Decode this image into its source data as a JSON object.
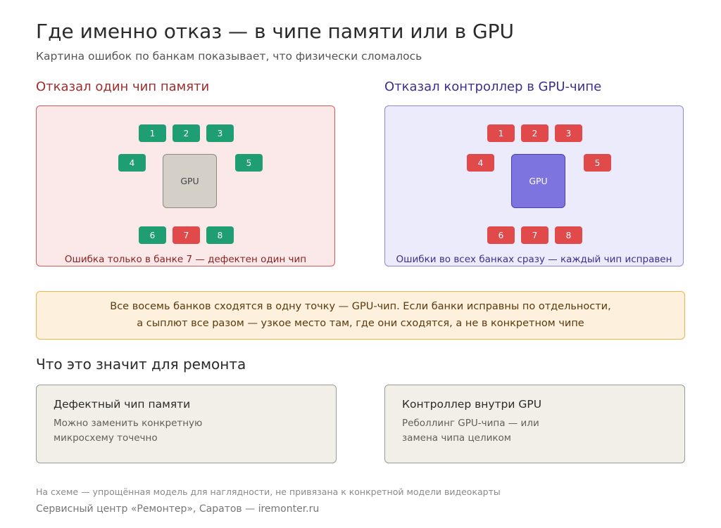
{
  "title": "Где именно отказ — в чипе памяти или в GPU",
  "subtitle": "Картина ошибок по банкам показывает, что физически сломалось",
  "colors": {
    "bank_ok": "#1f9e73",
    "bank_error": "#e04a4b",
    "left_heading": "#a32b2b",
    "right_heading": "#3b2f8f"
  },
  "panels": {
    "left": {
      "heading": "Отказал один чип памяти",
      "gpu_label": "GPU",
      "caption": "Ошибка только в банке 7 — дефектен один чип",
      "banks": [
        {
          "label": "1",
          "status": "ok"
        },
        {
          "label": "2",
          "status": "ok"
        },
        {
          "label": "3",
          "status": "ok"
        },
        {
          "label": "4",
          "status": "ok"
        },
        {
          "label": "5",
          "status": "ok"
        },
        {
          "label": "6",
          "status": "ok"
        },
        {
          "label": "7",
          "status": "error"
        },
        {
          "label": "8",
          "status": "ok"
        }
      ]
    },
    "right": {
      "heading": "Отказал контроллер в GPU-чипе",
      "gpu_label": "GPU",
      "caption": "Ошибки во всех банках сразу — каждый чип исправен",
      "banks": [
        {
          "label": "1",
          "status": "error"
        },
        {
          "label": "2",
          "status": "error"
        },
        {
          "label": "3",
          "status": "error"
        },
        {
          "label": "4",
          "status": "error"
        },
        {
          "label": "5",
          "status": "error"
        },
        {
          "label": "6",
          "status": "error"
        },
        {
          "label": "7",
          "status": "error"
        },
        {
          "label": "8",
          "status": "error"
        }
      ]
    }
  },
  "note": {
    "line1": "Все восемь банков сходятся в одну точку — GPU-чип. Если банки исправны по отдельности,",
    "line2": "а сыплют все разом — узкое место там, где они сходятся, а не в конкретном чипе"
  },
  "section_title": "Что это значит для ремонта",
  "cards": [
    {
      "title": "Дефектный чип памяти",
      "text": "Можно заменить конкретную микросхему точечно"
    },
    {
      "title": "Контроллер внутри GPU",
      "text": "Реболлинг GPU-чипа — или замена чипа целиком"
    }
  ],
  "footnote": "На схеме — упрощённая модель для наглядности, не привязана к конкретной модели видеокарты",
  "footer": "Сервисный центр «Ремонтер», Саратов — iremonter.ru"
}
